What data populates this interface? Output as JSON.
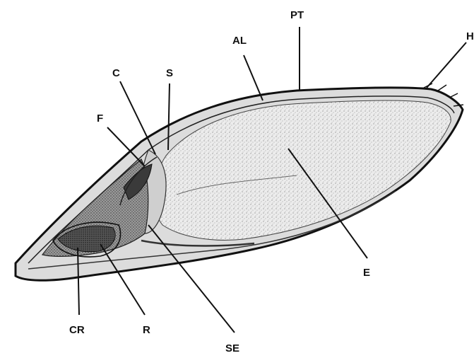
{
  "figure": {
    "labels": {
      "H": "H",
      "PT": "PT",
      "AL": "AL",
      "C": "C",
      "S": "S",
      "F": "F",
      "E": "E",
      "CR": "CR",
      "R": "R",
      "SE": "SE"
    },
    "colors": {
      "ink": "#111111",
      "endosperm": "#e9e9e9",
      "embryo": "#8a8a8a",
      "dark": "#333333",
      "background": "#ffffff"
    }
  }
}
